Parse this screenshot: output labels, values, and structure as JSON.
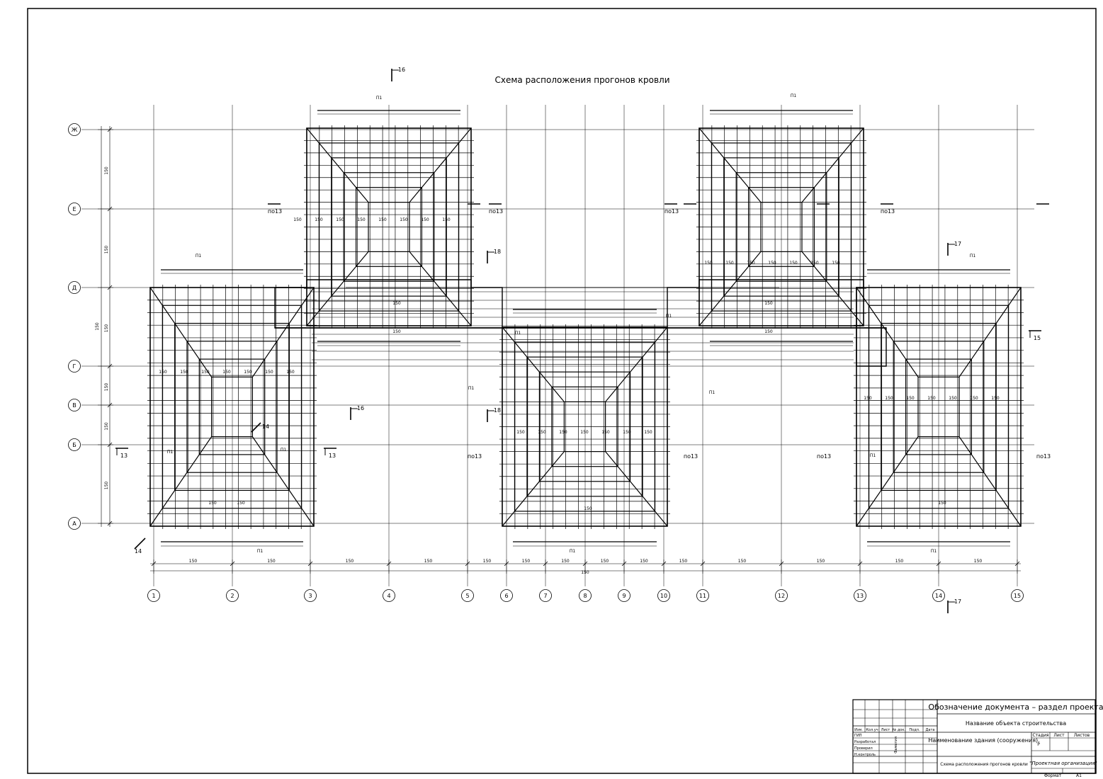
{
  "drawing": {
    "title": "Схема расположения прогонов кровли",
    "axes_vertical": [
      "1",
      "2",
      "3",
      "4",
      "5",
      "6",
      "7",
      "8",
      "9",
      "10",
      "11",
      "12",
      "13",
      "14",
      "15"
    ],
    "axes_horizontal": [
      "Ж",
      "Е",
      "Д",
      "Г",
      "В",
      "Б",
      "А"
    ],
    "bottom_dims": [
      "150",
      "150",
      "150",
      "150",
      "150",
      "150",
      "150",
      "150",
      "150",
      "150",
      "150",
      "150",
      "150",
      "150"
    ],
    "overall_dim": "150",
    "left_dims": [
      "150",
      "150",
      "150",
      "150",
      "150",
      "150"
    ],
    "left_overall_dim": "150",
    "purlin_mark": "П1",
    "spacing_label": "150",
    "section_marks": [
      {
        "num": "16",
        "label": "16"
      },
      {
        "num": "16b",
        "label": "16"
      },
      {
        "num": "17",
        "label": "17"
      },
      {
        "num": "17b",
        "label": "17"
      },
      {
        "num": "18",
        "label": "18"
      },
      {
        "num": "18b",
        "label": "18"
      },
      {
        "num": "15",
        "label": "15"
      },
      {
        "num": "14",
        "label": "14"
      },
      {
        "num": "14b",
        "label": "14"
      },
      {
        "num": "13a",
        "label": "13"
      },
      {
        "num": "13b",
        "label": "13"
      }
    ],
    "po_labels": [
      "по13",
      "по13",
      "по13",
      "по13",
      "по13",
      "по13",
      "по13",
      "по13"
    ]
  },
  "title_block": {
    "doc_designation": "Обозначение документа – раздел проекта",
    "object_name": "Название объекта строительства",
    "building_name": "Наименование здания (сооружения).",
    "sheet_name": "Схема расположения прогонов кровли",
    "organization": "\"Проектная организация\"",
    "col_headers": [
      "Изм.",
      "Кол.уч",
      "Лист",
      "№ док.",
      "Подп.",
      "Дата"
    ],
    "roles": [
      "ГИП",
      "Разработал",
      "Проверил",
      "Н.контроль"
    ],
    "signature_name": "Фамилия",
    "stage_headers": [
      "Стадия",
      "Лист",
      "Листов"
    ],
    "stage_value": "Р",
    "format_label": "Формат",
    "format_value": "А1"
  }
}
